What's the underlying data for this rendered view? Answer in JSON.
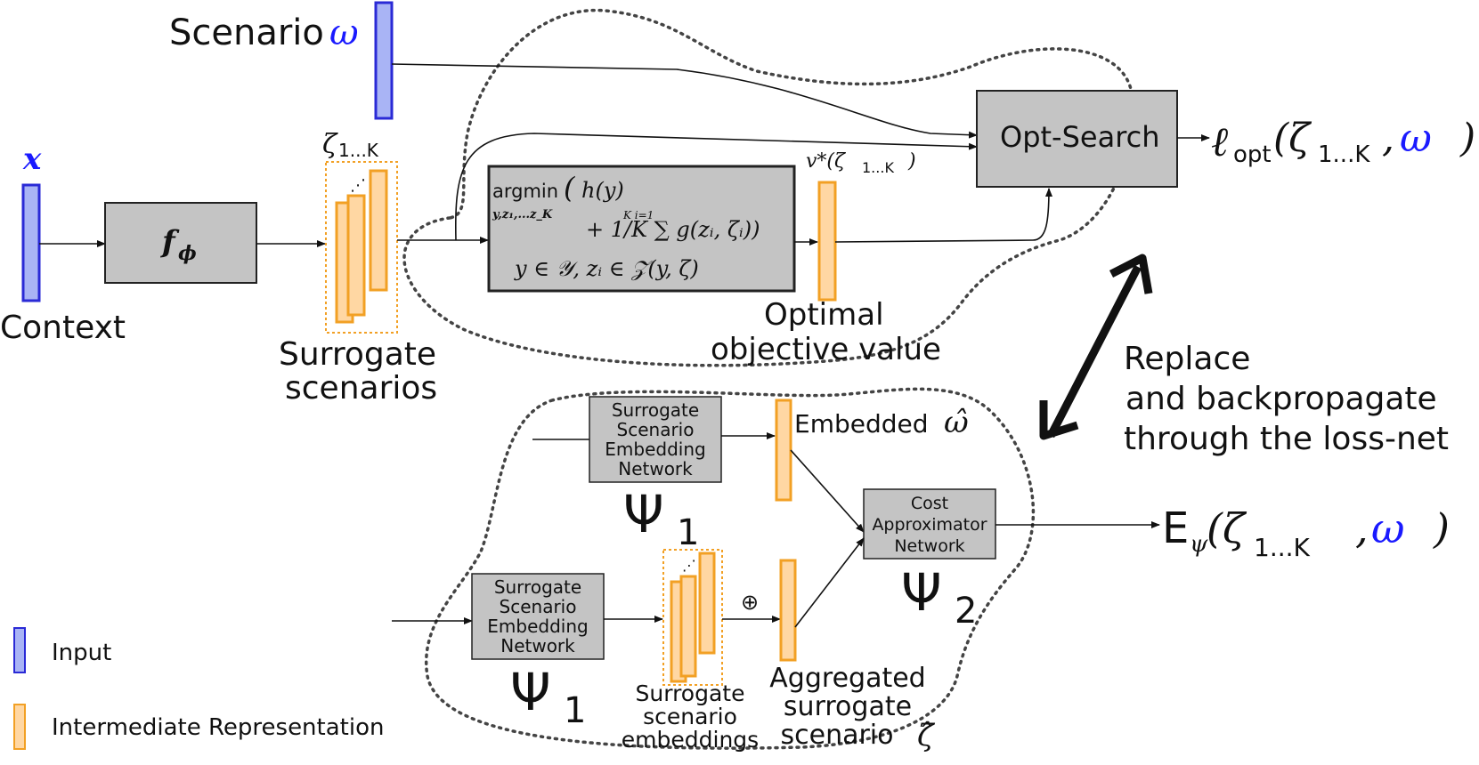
{
  "labels": {
    "scenario": "Scenario",
    "omega": "ω",
    "x": "x",
    "context": "Context",
    "f_phi": "f",
    "f_phi_sub": "ϕ",
    "zeta_1k": "ζ",
    "zeta_1k_sub": "1...K",
    "surrogate_scenarios_1": "Surrogate",
    "surrogate_scenarios_2": "scenarios",
    "argmin": "argmin",
    "argmin_h": "h(y)",
    "argmin_sub": "y,z₁,...z_K",
    "argmin_sum": "+ 1/K ∑ g(zᵢ, ζᵢ))",
    "argmin_sum_limits": "K  i=1",
    "argmin_constraint": "y ∈ 𝒴,  zᵢ ∈ 𝒵(y, ζ)",
    "v_star": "v*(ζ",
    "v_star_sub": "1...K",
    "v_star_close": ")",
    "optimal_1": "Optimal",
    "optimal_2": "objective value",
    "opt_search": "Opt-Search",
    "loss_opt_l": "ℓ",
    "loss_opt_sub": "opt",
    "loss_opt_open": "(ζ",
    "loss_opt_k": "1...K",
    "loss_opt_comma": ",",
    "loss_opt_close": ")",
    "replace_1": "Replace",
    "replace_2": "and backpropagate",
    "replace_3": "through the loss-net",
    "sse_net_1": "Surrogate",
    "sse_net_2": "Scenario",
    "sse_net_3": "Embedding",
    "sse_net_4": "Network",
    "psi1": "Ψ",
    "psi1_sub": "1",
    "embedded": "Embedded",
    "omega_hat": "ω̂",
    "cost_1": "Cost",
    "cost_2": "Approximator",
    "cost_3": "Network",
    "psi2": "Ψ",
    "psi2_sub": "2",
    "e_psi": "E",
    "e_psi_sub": "ψ",
    "e_open": "(ζ",
    "e_k": "1...K",
    "e_comma": ",",
    "e_close": ")",
    "oplus": "⊕",
    "surr_emb_1": "Surrogate",
    "surr_emb_2": "scenario",
    "surr_emb_3": "embeddings",
    "agg_1": "Aggregated",
    "agg_2": "surrogate",
    "agg_3": "scenario",
    "zeta_hat": "ζ̂",
    "dots": "⋰"
  },
  "legend": [
    {
      "label": "Input",
      "color": "#a9b4f5"
    },
    {
      "label": "Intermediate Representation",
      "color": "#ffd7a3"
    }
  ],
  "colors": {
    "input_fill": "#a9b4f5",
    "input_stroke": "#2a2ad6",
    "intermediate_fill": "#ffd7a3",
    "intermediate_stroke": "#f2a024",
    "box_fill": "#c4c4c4",
    "accent_blue": "#1a1aff"
  }
}
